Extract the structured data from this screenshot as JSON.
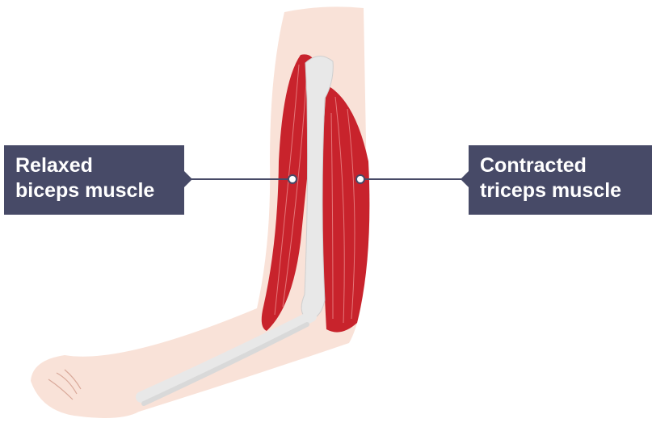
{
  "labels": {
    "left": {
      "line1": "Relaxed",
      "line2": "biceps muscle"
    },
    "right": {
      "line1": "Contracted",
      "line2": "triceps muscle"
    }
  },
  "colors": {
    "skin": "#f9e2d8",
    "muscle": "#c8232c",
    "bone": "#e6e6e6",
    "label_bg": "#474a67"
  }
}
